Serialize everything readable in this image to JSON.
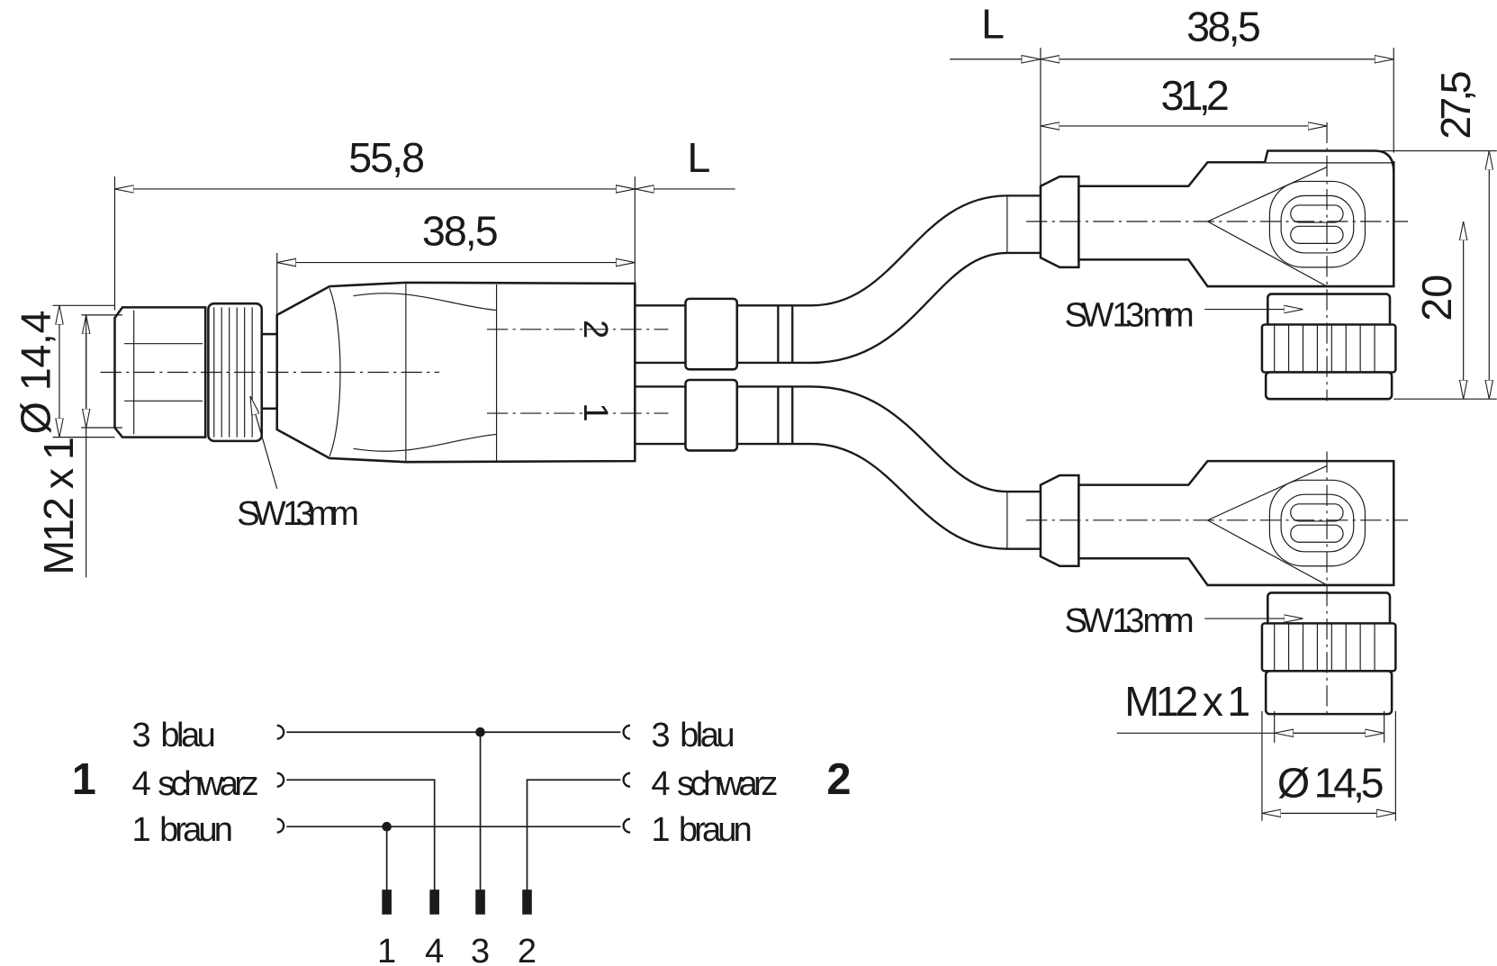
{
  "dimensions": {
    "left_total": "55,8",
    "left_body": "38,5",
    "left_cable": "L",
    "right_total": "38,5",
    "right_body": "31,2",
    "right_cable": "L",
    "right_height": "27,5",
    "right_axis_height": "20",
    "left_diameter": "Ø 14,4",
    "left_thread": "M12 x 1",
    "left_wrench": "SW 13mm",
    "right_wrench_upper": "SW 13 mm",
    "right_wrench_lower": "SW 13 mm",
    "right_thread": "M12 x 1",
    "right_diameter": "Ø 14,5"
  },
  "body_markings": {
    "upper": "2",
    "lower": "1"
  },
  "wiring": {
    "left_label": "1",
    "right_label": "2",
    "left_wires": [
      "3  blau",
      "4  schwarz",
      "1  braun"
    ],
    "right_wires": [
      "3  blau",
      "4  schwarz",
      "1  braun"
    ],
    "pins": [
      "1",
      "4",
      "3",
      "2"
    ]
  }
}
